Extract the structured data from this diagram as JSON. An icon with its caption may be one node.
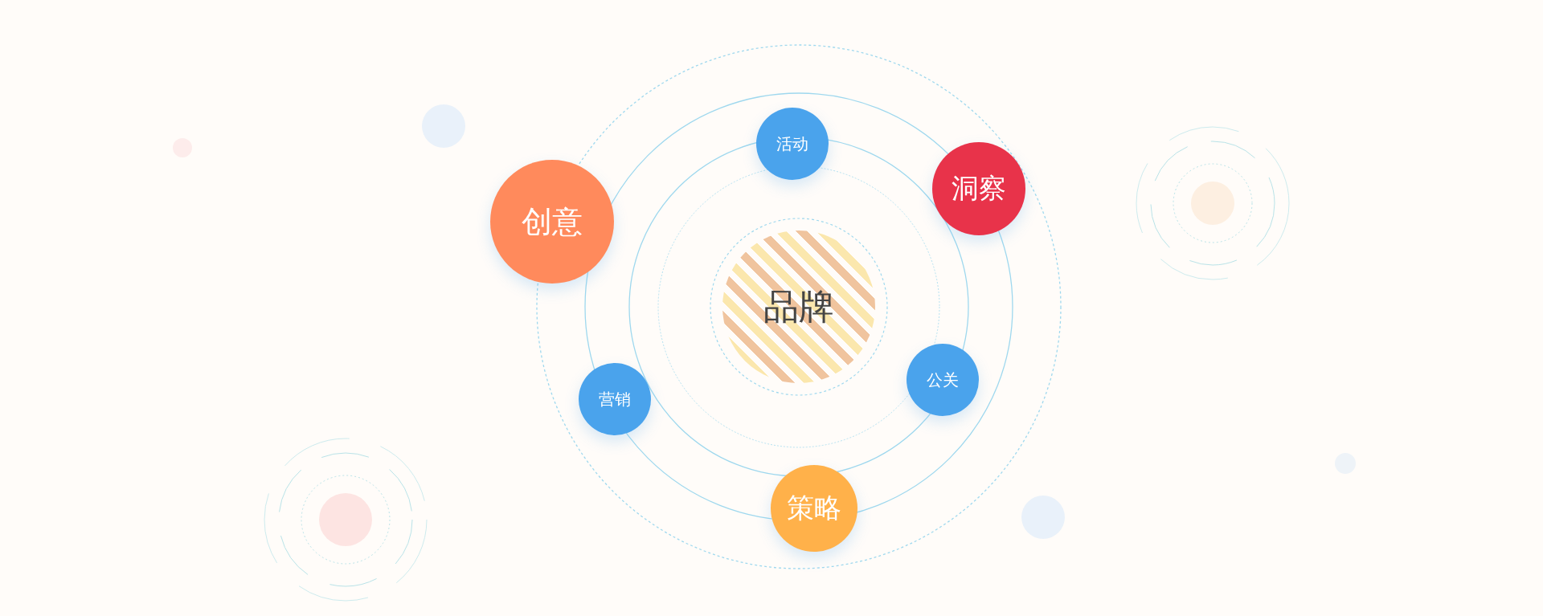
{
  "diagram": {
    "nodes": [
      {
        "text": [
          "品牌"
        ]
      },
      {
        "text": [
          "活动"
        ]
      },
      {
        "text": [
          "洞察"
        ]
      },
      {
        "text": [
          "创意"
        ]
      },
      {
        "text": [
          "营销"
        ]
      },
      {
        "text": [
          "公关"
        ]
      },
      {
        "text": [
          "策略"
        ]
      }
    ]
  }
}
